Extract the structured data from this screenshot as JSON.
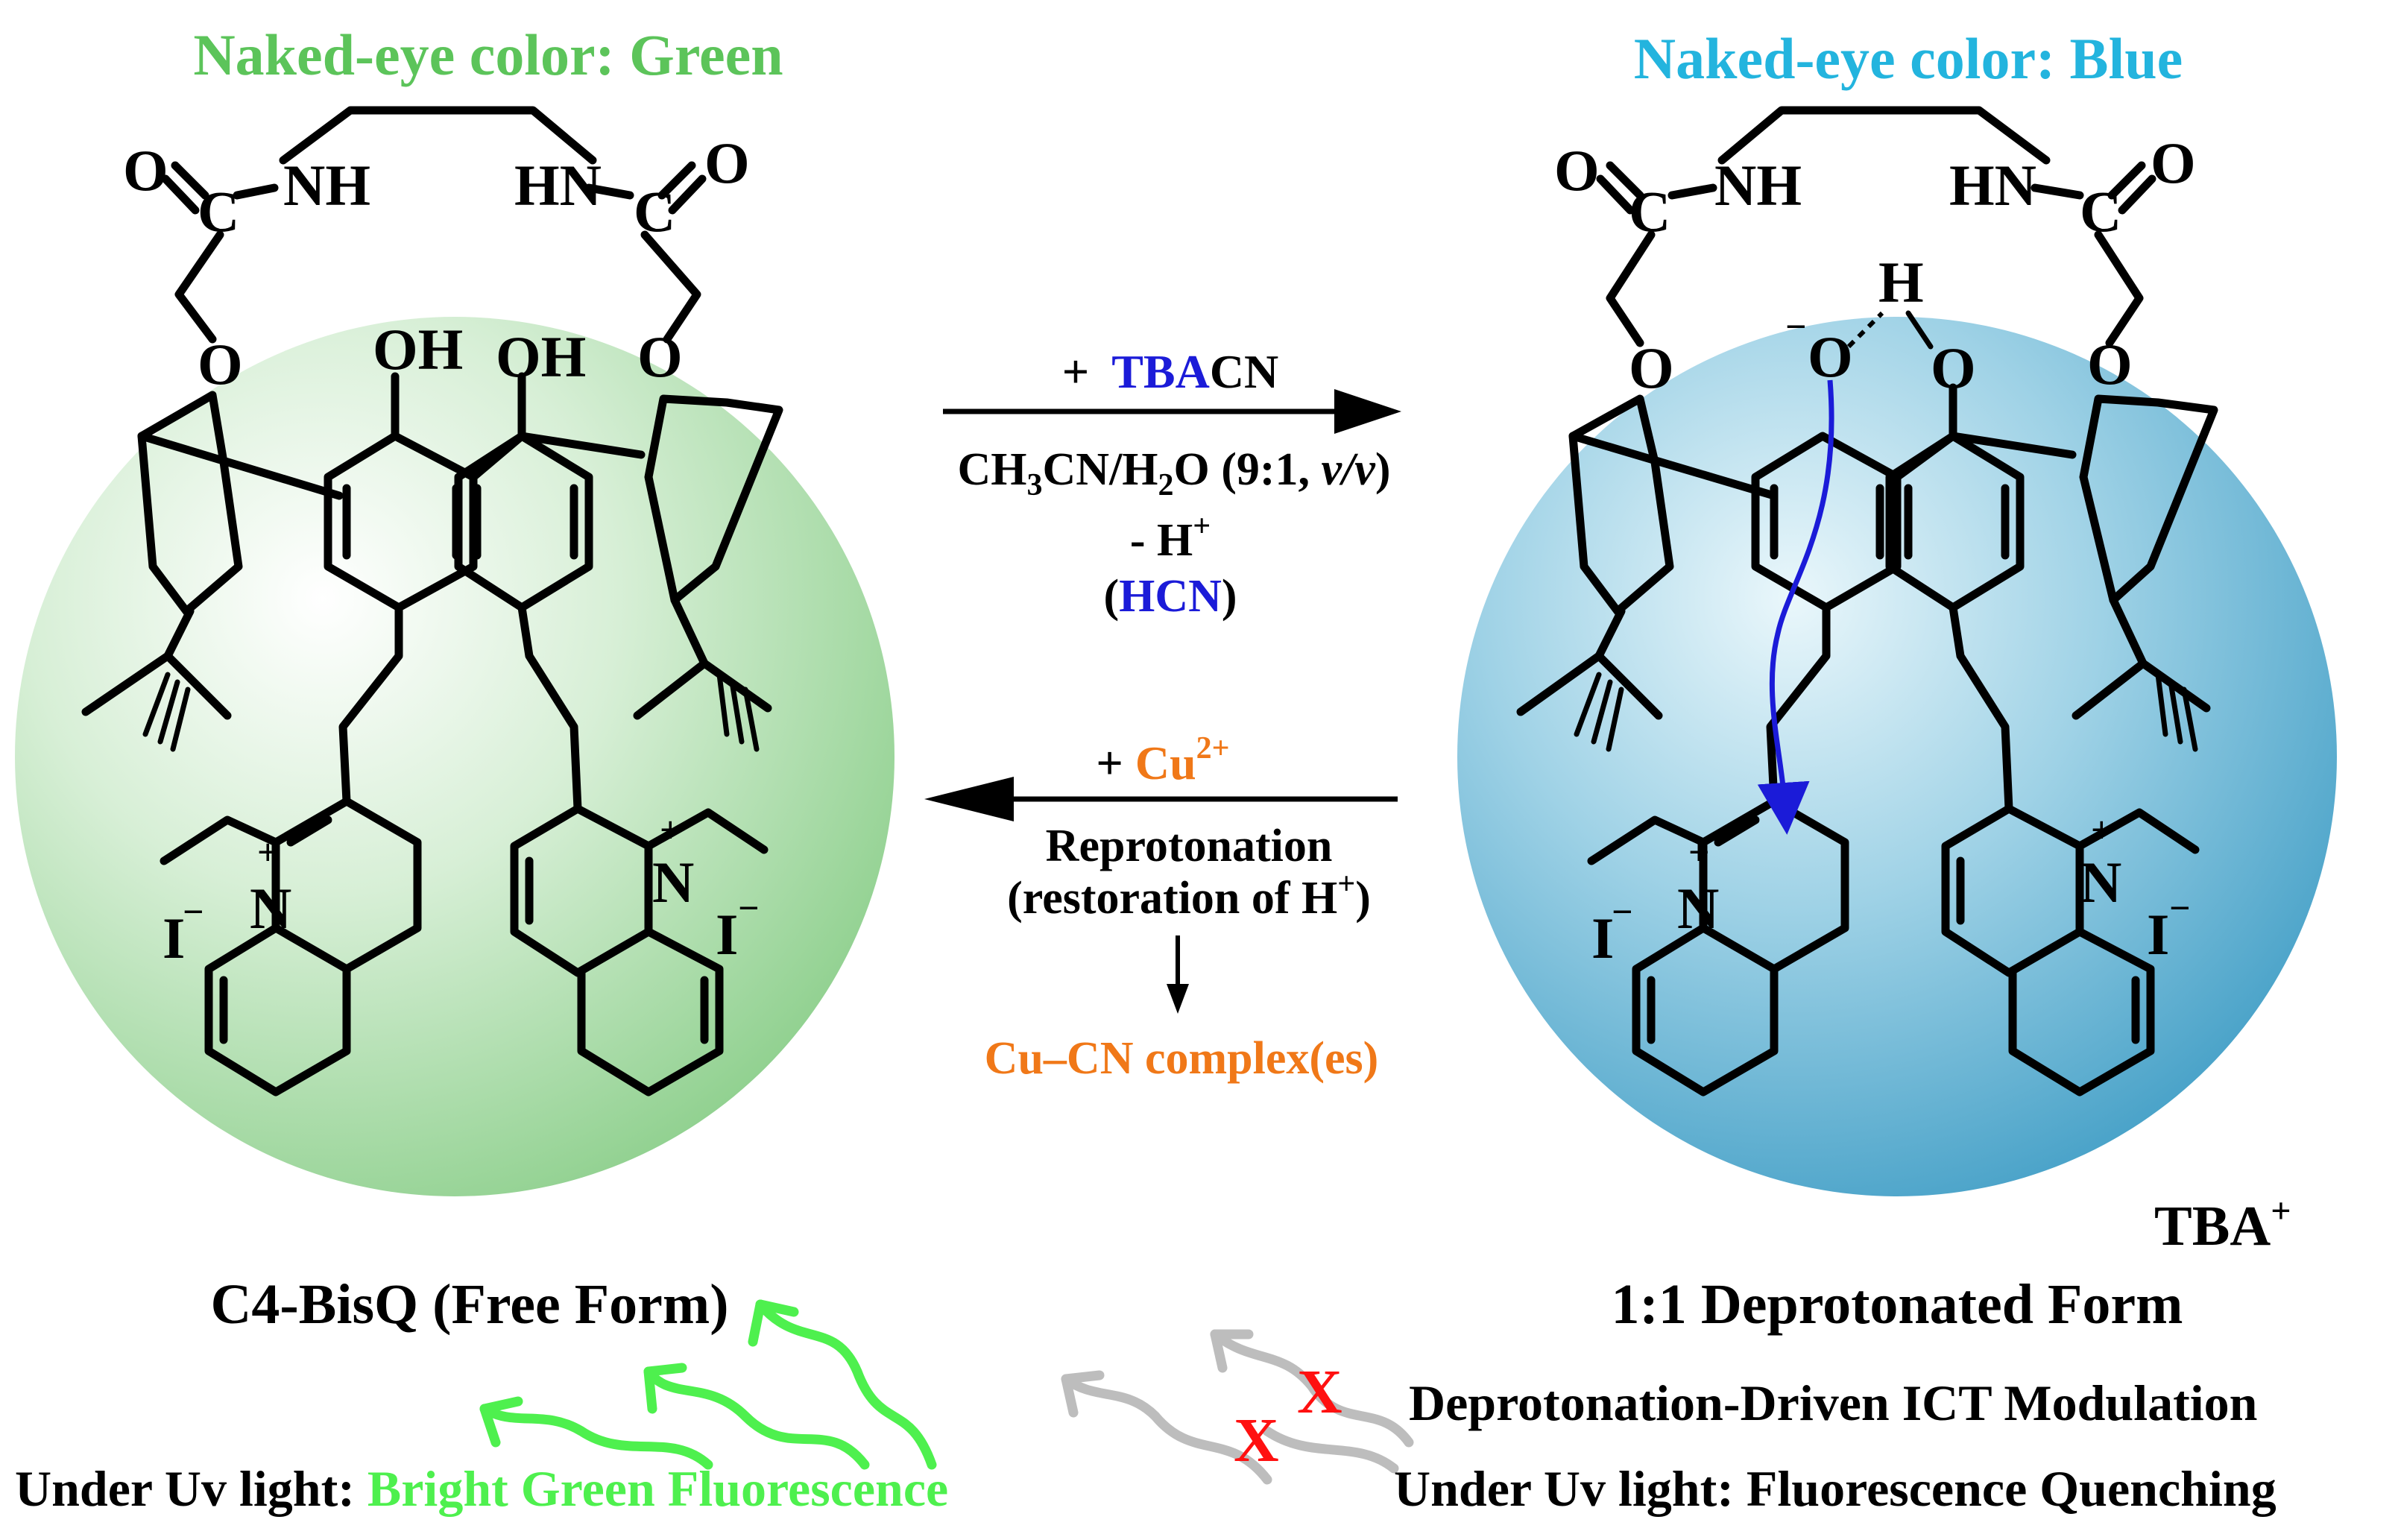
{
  "colors": {
    "green": "#5cc45a",
    "blue": "#23b4de",
    "dark_blue": "#1b1bd8",
    "orange": "#f07818",
    "bright_green": "#4ef04e",
    "grey_wave": "#bdbdbd",
    "red_x": "#ff1010",
    "black": "#000000"
  },
  "left_panel": {
    "title": "Naked-eye color: Green",
    "caption": "C4-BisQ (Free Form)",
    "uv_prefix": "Under Uv light: ",
    "uv_result": "Bright Green Fluorescence",
    "atoms": {
      "carbonyl_o_left": "O",
      "carbonyl_c_left": "C",
      "amide_nh_left": "NH",
      "amide_hn_right": "HN",
      "carbonyl_c_right": "C",
      "carbonyl_o_right": "O",
      "ether_o_left": "O",
      "ether_o_right": "O",
      "phenol_oh_left": "OH",
      "phenol_oh_right": "OH",
      "n_left": "N",
      "n_right": "N",
      "plus_left": "+",
      "plus_right": "+",
      "iodide_left": "I",
      "iodide_right": "I",
      "minus_left": "−",
      "minus_right": "−"
    }
  },
  "right_panel": {
    "title": "Naked-eye color: Blue",
    "caption": "1:1 Deprotonated Form",
    "counterion": "TBA",
    "counterion_charge": "+",
    "ict_label": "Deprotonation-Driven ICT Modulation",
    "uv_text": "Under Uv light: Fluorescence Quenching",
    "x_mark": "X",
    "atoms": {
      "carbonyl_o_left": "O",
      "carbonyl_c_left": "C",
      "amide_nh_left": "NH",
      "amide_hn_right": "HN",
      "carbonyl_c_right": "C",
      "carbonyl_o_right": "O",
      "ether_o_left": "O",
      "ether_o_right": "O",
      "phenolate_o": "O",
      "phenolate_minus": "−",
      "hbond_h": "H",
      "phenol_o": "O",
      "n_left": "N",
      "n_right": "N",
      "plus_left": "+",
      "plus_right": "+",
      "iodide_left": "I",
      "iodide_right": "I",
      "minus_left": "−",
      "minus_right": "−"
    }
  },
  "forward_reaction": {
    "plus": "+",
    "reagent_colored": "TBA",
    "reagent_rest": "CN",
    "solvent_a": "CH",
    "solvent_sub1": "3",
    "solvent_b": "CN/H",
    "solvent_sub2": "2",
    "solvent_c": "O (9:1, ",
    "solvent_ratio": "v/v",
    "solvent_close": ")",
    "loss_text": "- H",
    "loss_sup": "+",
    "paren_open": "(",
    "byproduct": "HCN",
    "paren_close": ")"
  },
  "reverse_reaction": {
    "plus": "+ ",
    "reagent": "Cu",
    "reagent_charge": "2+",
    "line1": "Reprotonation",
    "line2_a": "(restoration of H",
    "line2_sup": "+",
    "line2_b": ")",
    "product": "Cu–CN complex(es)"
  }
}
